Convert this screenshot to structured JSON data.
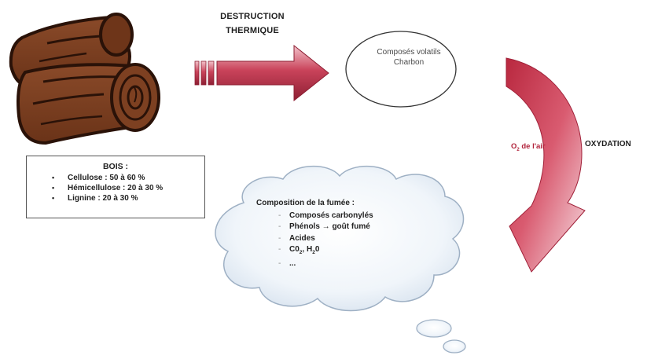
{
  "header": {
    "line1": "DESTRUCTION",
    "line2": "THERMIQUE"
  },
  "oval": {
    "line1": "Composés volatils",
    "line2": "Charbon"
  },
  "oxidation": {
    "label": "OXYDATION",
    "o2_prefix": "O",
    "o2_sub": "2",
    "o2_suffix": " de l'air"
  },
  "bois": {
    "title": "BOIS :",
    "items": [
      "Cellulose : 50 à 60 %",
      "Hémicellulose : 20 à 30 %",
      "Lignine : 20 à 30 %"
    ]
  },
  "smoke": {
    "title": "Composition de la fumée :",
    "items": [
      "Composés carbonylés",
      "Phénols → goût fumé",
      "Acides"
    ],
    "gases": {
      "co2_prefix": "C0",
      "co2_sub": "2",
      "h2o_prefix": ", H",
      "h2o_sub": "2",
      "h2o_suffix": "0"
    },
    "ellipsis": "..."
  },
  "colors": {
    "arrow_red": "#c0394f",
    "arrow_dark": "#8e1f33",
    "arrow_light": "#f1c0c8",
    "wood_brown": "#7a3f22",
    "wood_dark": "#3a1a0d",
    "cloud_fill": "#eaf1f8",
    "cloud_stroke": "#9eb0c4"
  },
  "icons": [
    "log-icon",
    "block-arrow-icon",
    "curved-arrow-icon",
    "thought-cloud-icon"
  ]
}
